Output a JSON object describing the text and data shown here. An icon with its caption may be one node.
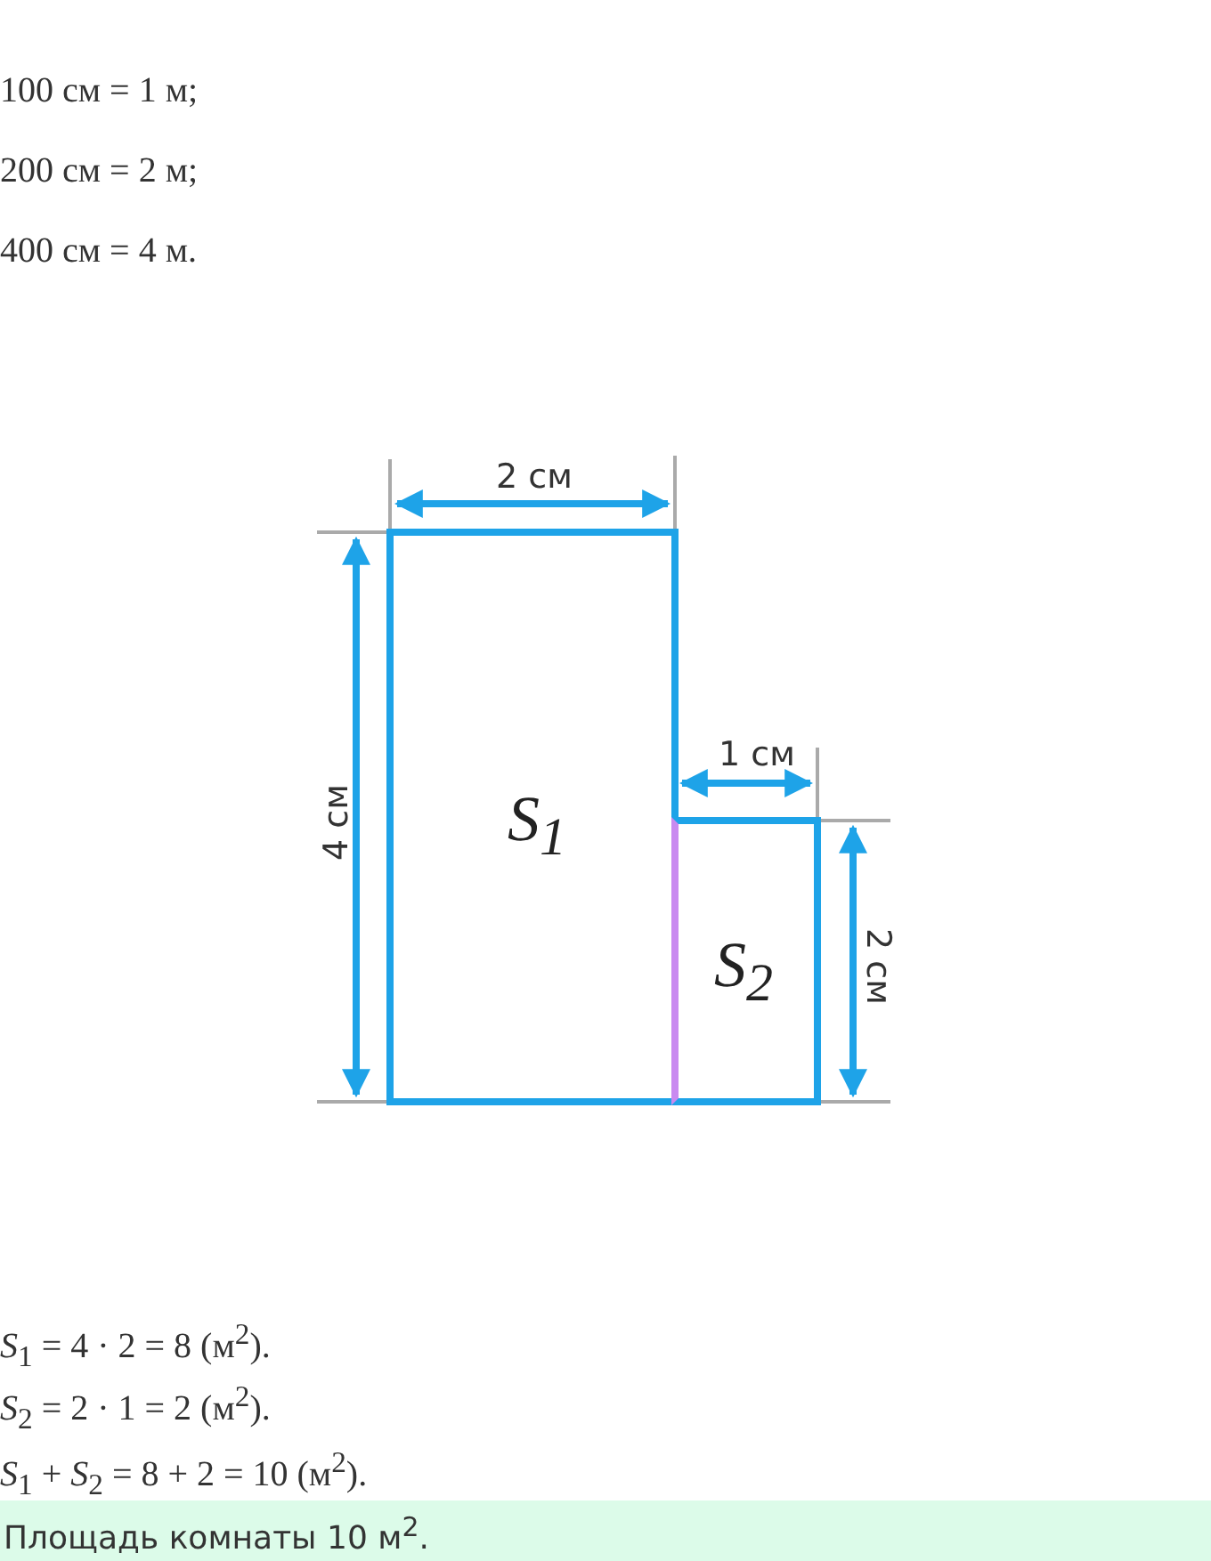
{
  "diagram": {
    "nodes": [
      {
        "text": [
          "S$_{1}$"
        ]
      },
      {
        "text": [
          "S$_{2}$"
        ]
      }
    ],
    "labels": [
      "100 см = 1 м;",
      "200 см = 2 м;",
      "400 см = 4 м.",
      "2 см",
      "1 см",
      "4 см",
      "2 см",
      "*S*$_{1}$ = 4 · 2 = 8 (м$^{2}$).",
      "*S*$_{2}$ = 2 · 1 = 2 (м$^{2}$).",
      "*S*$_{1}$ + *S*$_{2}$ = 8 + 2 = 10 (м$^{2}$).",
      "Площадь комнаты 10 м$^{2}$."
    ]
  }
}
